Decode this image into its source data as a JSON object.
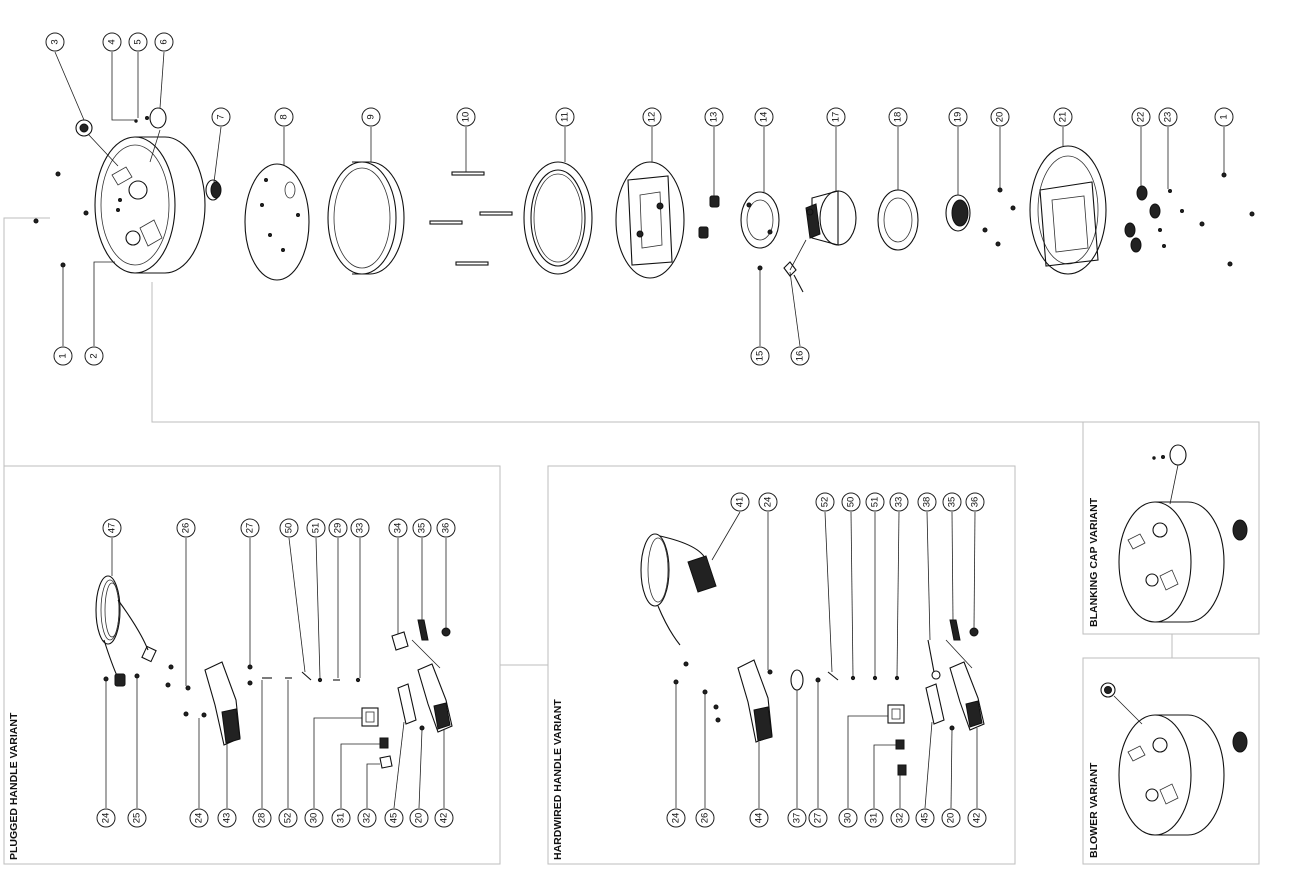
{
  "variant_titles": {
    "plugged": "PLUGGED HANDLE VARIANT",
    "hardwired": "HARDWIRED HANDLE VARIANT",
    "blanking": "BLANKING CAP VARIANT",
    "blower": "BLOWER VARIANT"
  },
  "callouts": {
    "main_top": [
      "3",
      "4",
      "5",
      "6",
      "7",
      "8",
      "9",
      "10",
      "11",
      "12",
      "13",
      "14",
      "17",
      "18",
      "19",
      "20",
      "21",
      "22",
      "23",
      "1"
    ],
    "main_bottom": [
      "1",
      "2",
      "15",
      "16"
    ],
    "plugged_top": [
      "47",
      "26",
      "27",
      "50",
      "51",
      "29",
      "33",
      "34",
      "35",
      "36"
    ],
    "plugged_bottom": [
      "24",
      "25",
      "24",
      "43",
      "28",
      "52",
      "30",
      "31",
      "32",
      "45",
      "20",
      "42"
    ],
    "hardwired_top": [
      "41",
      "24",
      "52",
      "50",
      "51",
      "33",
      "38",
      "35",
      "36"
    ],
    "hardwired_bottom": [
      "24",
      "26",
      "44",
      "37",
      "27",
      "30",
      "31",
      "32",
      "45",
      "20",
      "42"
    ]
  }
}
